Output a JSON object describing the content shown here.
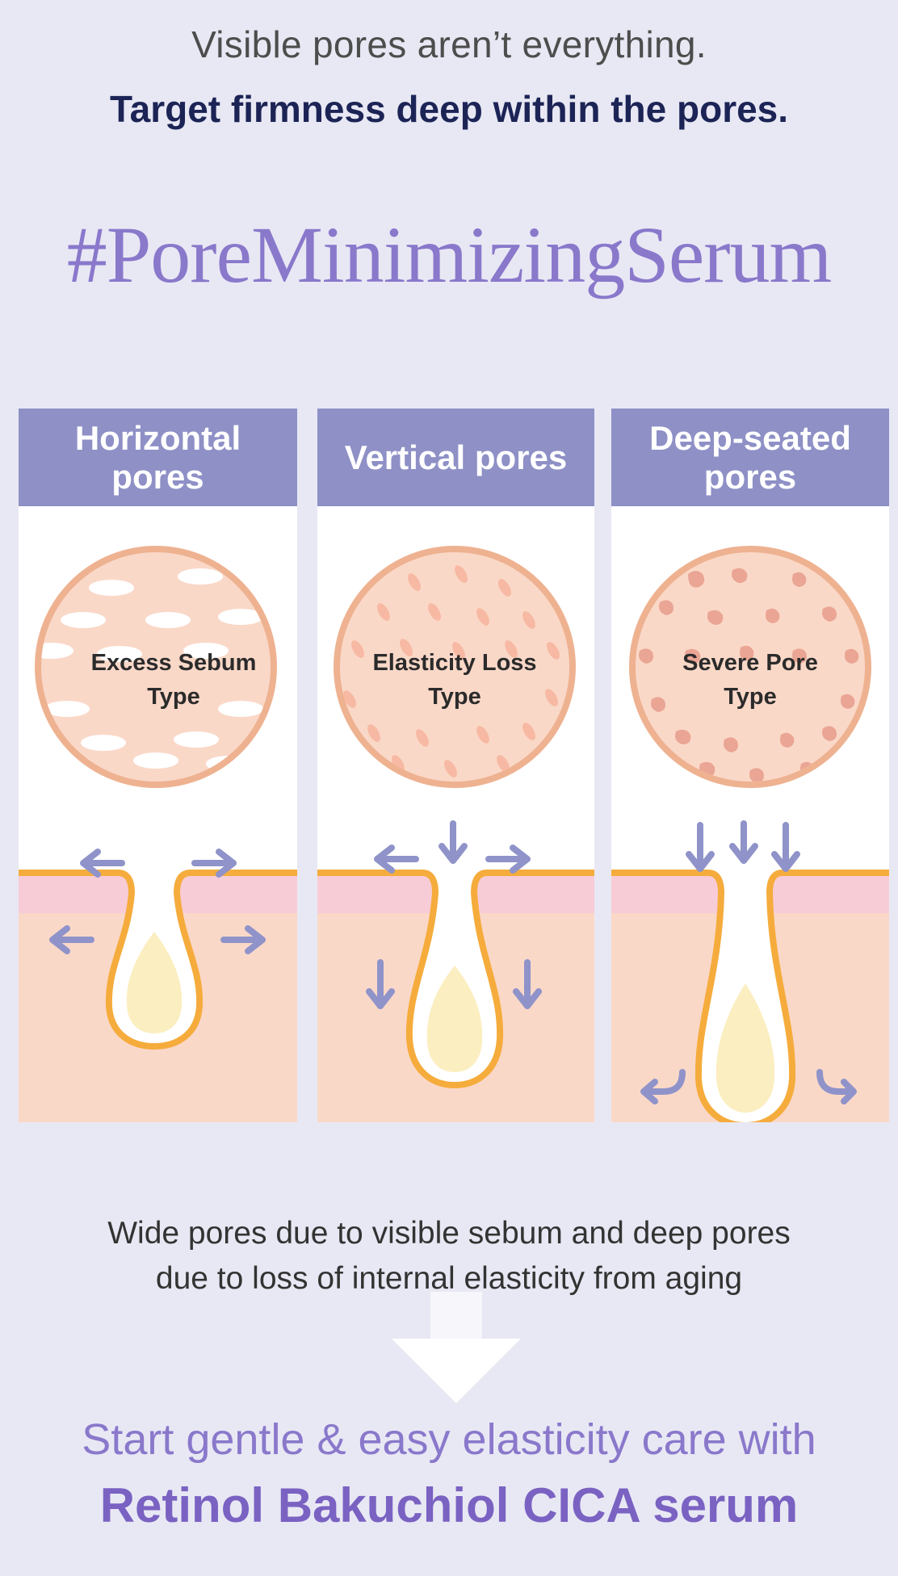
{
  "header": {
    "line1": "Visible pores aren’t everything.",
    "line2": "Target firmness deep within the pores.",
    "hashtag": "#PoreMinimizingSerum"
  },
  "panels": [
    {
      "title_line1": "Horizontal",
      "title_line2": "pores",
      "circle_line1": "Excess Sebum",
      "circle_line2": "Type"
    },
    {
      "title_line1": "Vertical pores",
      "title_line2": "",
      "circle_line1": "Elasticity Loss",
      "circle_line2": "Type"
    },
    {
      "title_line1": "Deep-seated",
      "title_line2": "pores",
      "circle_line1": "Severe Pore",
      "circle_line2": "Type"
    }
  ],
  "description": {
    "line1": "Wide pores due to visible sebum and deep pores",
    "line2": "due to loss of internal elasticity from aging"
  },
  "footer": {
    "line1": "Start gentle & easy elasticity care with",
    "line2": "Retinol Bakuchiol CICA serum"
  },
  "colors": {
    "background": "#e8e8f4",
    "header_bar": "#8e90c6",
    "accent_purple": "#8a78cb",
    "skin": "#fad8c8",
    "skin_surface": "#f8ccd6",
    "pore_outline": "#f5ac3c",
    "sebum": "#fbeec0",
    "arrow": "#8f93c9"
  }
}
